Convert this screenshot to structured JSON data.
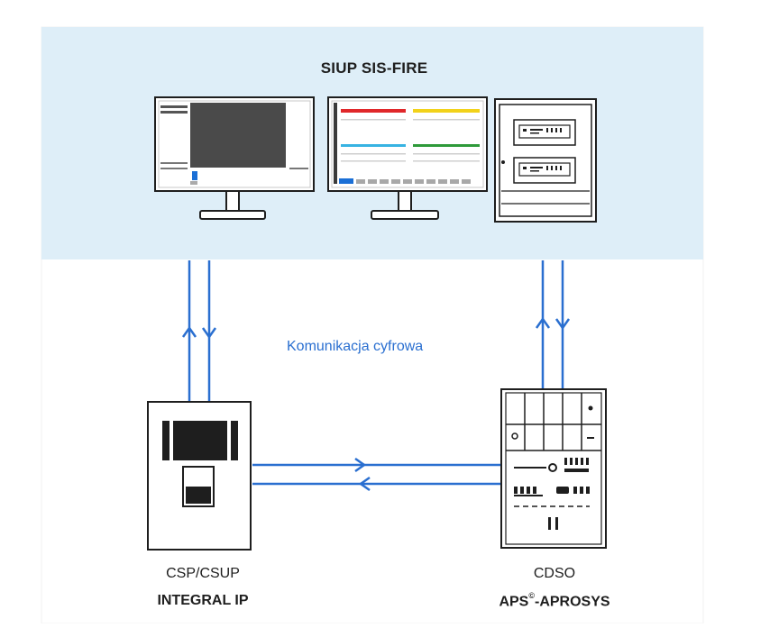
{
  "diagram": {
    "title": "SIUP SIS-FIRE",
    "link_label": "Komunikacja cyfrowa",
    "nodes": {
      "left": {
        "line1": "CSP/CSUP",
        "line2": "INTEGRAL IP"
      },
      "right": {
        "line1": "CDSO",
        "line2_prefix": "APS",
        "line2_mark": "©",
        "line2_suffix": "-APROSYS"
      }
    }
  },
  "colors": {
    "header_band": "#deeef8",
    "connector": "#2a6fd0",
    "alarm_red": "#e0272a",
    "alarm_yellow": "#f2d21a",
    "status_cyan": "#37b3e2",
    "status_green": "#2e9a3a",
    "accent_blue": "#1a6fd6",
    "equipment_outline": "#1e1e1e"
  }
}
